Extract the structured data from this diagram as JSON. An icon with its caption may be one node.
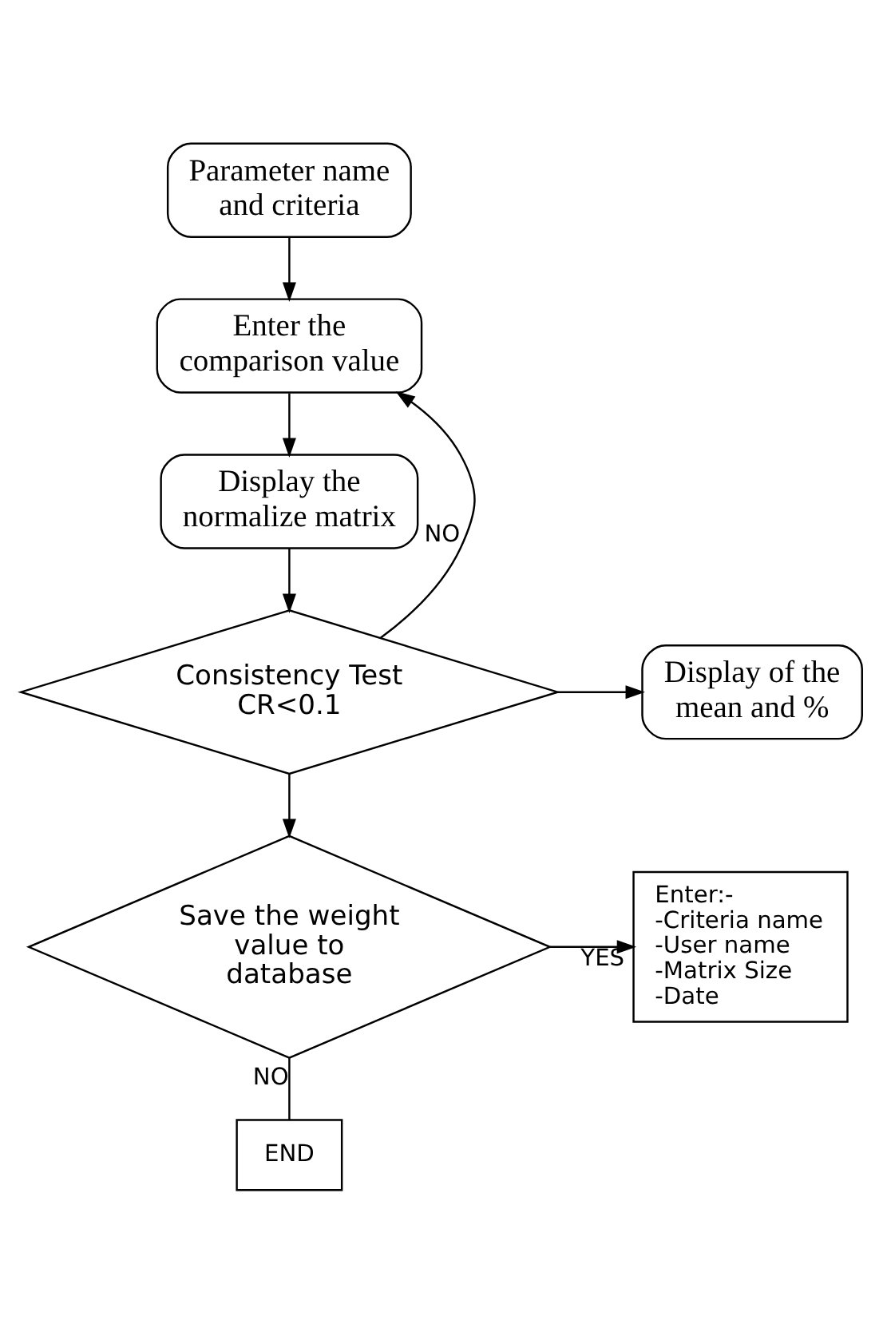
{
  "diagram": {
    "nodes": [
      {
        "text": [
          "Parameter name and criteria"
        ]
      },
      {
        "text": [
          "Enter the comparison value"
        ]
      },
      {
        "text": [
          "Display the normalize matrix"
        ]
      },
      {
        "text": [
          "Consistency Test CR<0.1"
        ]
      },
      {
        "text": [
          "Display of the mean and %"
        ]
      },
      {
        "text": [
          "Save the weight value to database"
        ]
      },
      {
        "text": [
          "Enter:-",
          "-Criteria name",
          "-User name",
          "-Matrix Size",
          "-Date"
        ]
      },
      {
        "text": [
          "END"
        ]
      }
    ],
    "edges": [
      {
        "from": 0,
        "to": 1,
        "arrow": "to"
      },
      {
        "from": 1,
        "to": 2,
        "arrow": "to"
      },
      {
        "from": 2,
        "to": 3,
        "arrow": "to"
      },
      {
        "from": 3,
        "to": 4,
        "arrow": "to"
      },
      {
        "from": 3,
        "to": 1,
        "label": "NO",
        "arrow": "to"
      },
      {
        "from": 3,
        "to": 5,
        "arrow": "to"
      },
      {
        "from": 5,
        "to": 6,
        "label": "YES",
        "arrow": "to"
      },
      {
        "from": 5,
        "to": 7,
        "label": "NO",
        "arrow": "none"
      }
    ]
  }
}
